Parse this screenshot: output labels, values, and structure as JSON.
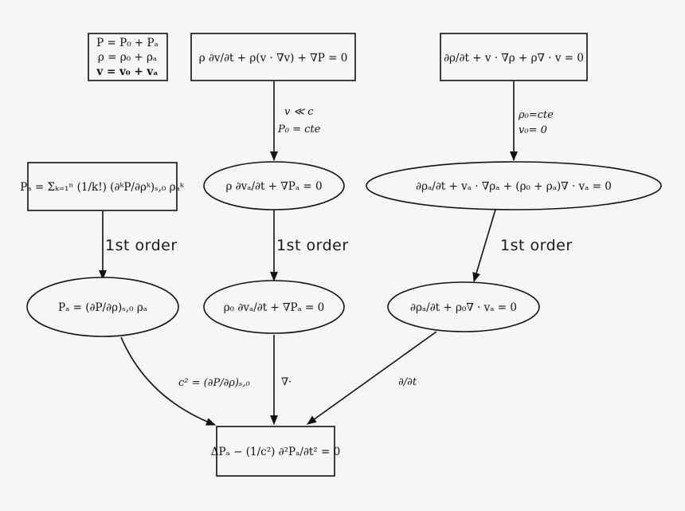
{
  "diagram": {
    "nodes": {
      "decomposition": {
        "lines": [
          "P = P₀ + Pₐ",
          "ρ = ρ₀ + ρₐ",
          "v = v₀ + vₐ"
        ]
      },
      "momentum": {
        "text": "ρ ∂v/∂t + ρ(v · ∇v) + ∇P = 0"
      },
      "continuity": {
        "text": "∂ρ/∂t + v · ∇ρ + ρ∇ · v = 0"
      },
      "taylor": {
        "text": "Pₐ = Σₖ₌₁ⁿ (1/k!) (∂ᵏP/∂ρᵏ)ₛ,₀ ρₐᵏ"
      },
      "linear_momentum": {
        "text": "ρ ∂vₐ/∂t + ∇Pₐ = 0"
      },
      "linear_continuity": {
        "text": "∂ρₐ/∂t + vₐ · ∇ρₐ + (ρ₀ + ρₐ)∇ · vₐ = 0"
      },
      "first_order_pressure": {
        "text": "Pₐ = (∂P/∂ρ)ₛ,₀ ρₐ"
      },
      "first_order_momentum": {
        "text": "ρ₀ ∂vₐ/∂t + ∇Pₐ = 0"
      },
      "first_order_continuity": {
        "text": "∂ρₐ/∂t + ρ₀∇ · vₐ = 0"
      },
      "wave_equation": {
        "text": "ΔPₐ − (1/c²) ∂²Pₐ/∂t² = 0"
      }
    },
    "edge_labels": {
      "momentum_cond_1": "v ≪ c",
      "momentum_cond_2": "P₀ = cte",
      "continuity_cond_1": "ρ₀=cte",
      "continuity_cond_2": "v₀= 0",
      "first_order_left": "1st order",
      "first_order_middle": "1st order",
      "first_order_right": "1st order",
      "sound_speed": "c² = (∂P/∂ρ)ₛ,₀",
      "divergence": "∇·",
      "time_derivative": "∂/∂t"
    }
  }
}
